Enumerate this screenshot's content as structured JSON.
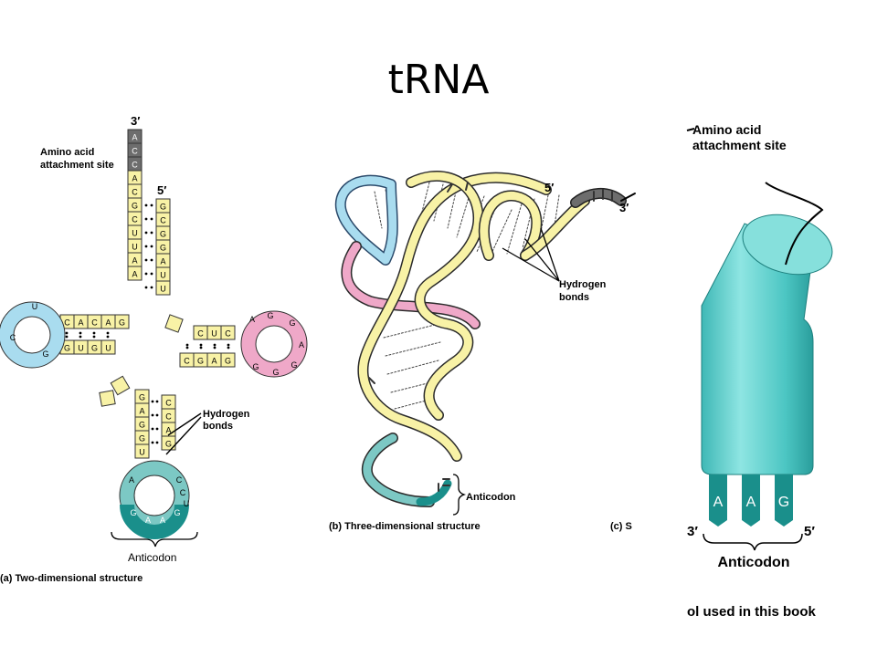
{
  "slide": {
    "title": "tRNA"
  },
  "panel_a": {
    "caption": "(a) Two-dimensional structure",
    "label_3prime": "3′",
    "label_5prime": "5′",
    "amino_label_1": "Amino acid",
    "amino_label_2": "attachment site",
    "hbond_label_1": "Hydrogen",
    "hbond_label_2": "bonds",
    "anticodon_label": "Anticodon",
    "acceptor_tail": [
      "A",
      "C",
      "C"
    ],
    "acceptor_3_strand": [
      "A",
      "C",
      "G",
      "C",
      "U",
      "U",
      "A",
      "A"
    ],
    "acceptor_5_strand": [
      "G",
      "C",
      "G",
      "G",
      "A",
      "U",
      "U"
    ],
    "d_stem_top": [
      "C",
      "A",
      "C",
      "A",
      "G"
    ],
    "d_stem_bottom": [
      "G",
      "U",
      "G",
      "U"
    ],
    "d_loop": [
      "U",
      "C",
      "G"
    ],
    "t_stem_top": [
      "C",
      "U",
      "C"
    ],
    "t_stem_bottom": [
      "C",
      "G",
      "A",
      "G"
    ],
    "t_loop": [
      "A",
      "G",
      "G",
      "A",
      "G",
      "G",
      "G"
    ],
    "anticodon_stem_left": [
      "G",
      "A",
      "G",
      "G",
      "U"
    ],
    "anticodon_stem_right": [
      "C",
      "C",
      "A",
      "G"
    ],
    "anticodon_loop": [
      "A",
      "C",
      "U",
      "G",
      "A",
      "A",
      "G",
      "C"
    ],
    "anticodon_bases": [
      "A",
      "A",
      "G"
    ]
  },
  "panel_b": {
    "caption": "(b) Three-dimensional structure",
    "label_5prime": "5′",
    "label_3prime": "3′",
    "hbond_label_1": "Hydrogen",
    "hbond_label_2": "bonds",
    "anticodon_label": "Anticodon"
  },
  "panel_c": {
    "caption_clipped": "(c) S",
    "amino_label_1": "Amino acid",
    "amino_label_2": "attachment site",
    "anticodon_bases": [
      "A",
      "A",
      "G"
    ],
    "label_3prime": "3′",
    "label_5prime": "5′",
    "anticodon_label": "Anticodon",
    "footer_clipped": "ol used in this book"
  },
  "colors": {
    "yellow": "#f8f2a6",
    "blue": "#a9dcef",
    "pink": "#efa8c8",
    "teal": "#7cc8c4",
    "dark_teal": "#1a8f8b",
    "gray": "#6d6d6d",
    "cylinder": "#6fd2d0"
  }
}
